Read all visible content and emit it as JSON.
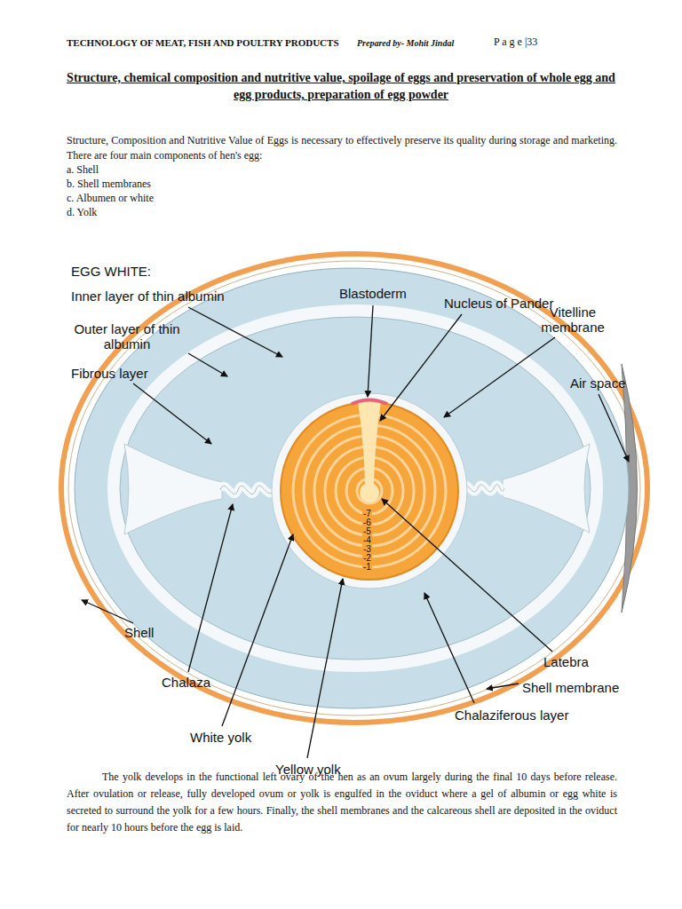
{
  "diagram": {
    "title": "Structure, chemical composition and nutritive value, spoilage of eggs and preservation of whole egg and egg products, preparation of egg powder",
    "labels": [
      "TECHNOLOGY OF MEAT, FISH AND POULTRY PRODUCTS",
      "Prepared by- Mohit Jindal",
      "P a g e |33",
      "Structure, Composition and Nutritive Value of Eggs is necessary to effectively preserve its quality during storage and marketing. There are four main components of hen's egg:",
      "a. Shell",
      "b. Shell membranes",
      "c. Albumen or white",
      "d. Yolk",
      "EGG WHITE:",
      "Inner layer of thin albumin",
      "Outer layer of thin albumin",
      "Fibrous layer",
      "Blastoderm",
      "Nucleus of Pander",
      "Vitelline membrane",
      "Air space",
      "Shell",
      "Chalaza",
      "White yolk",
      "Yellow yolk",
      "Latebra",
      "Shell membrane",
      "Chalaziferous layer",
      "-7",
      "-6",
      "-5",
      "-4",
      "-3",
      "-2",
      "-1",
      "The yolk develops in the functional left ovary of the hen as an ovum largely during the final 10 days before release. After ovulation or release, fully developed ovum or yolk is engulfed in the oviduct where a gel of albumin or egg white is secreted to surround the yolk for a few hours. Finally, the shell membranes and the calcareous shell are deposited in the oviduct for nearly 10 hours before the egg is laid."
    ]
  }
}
